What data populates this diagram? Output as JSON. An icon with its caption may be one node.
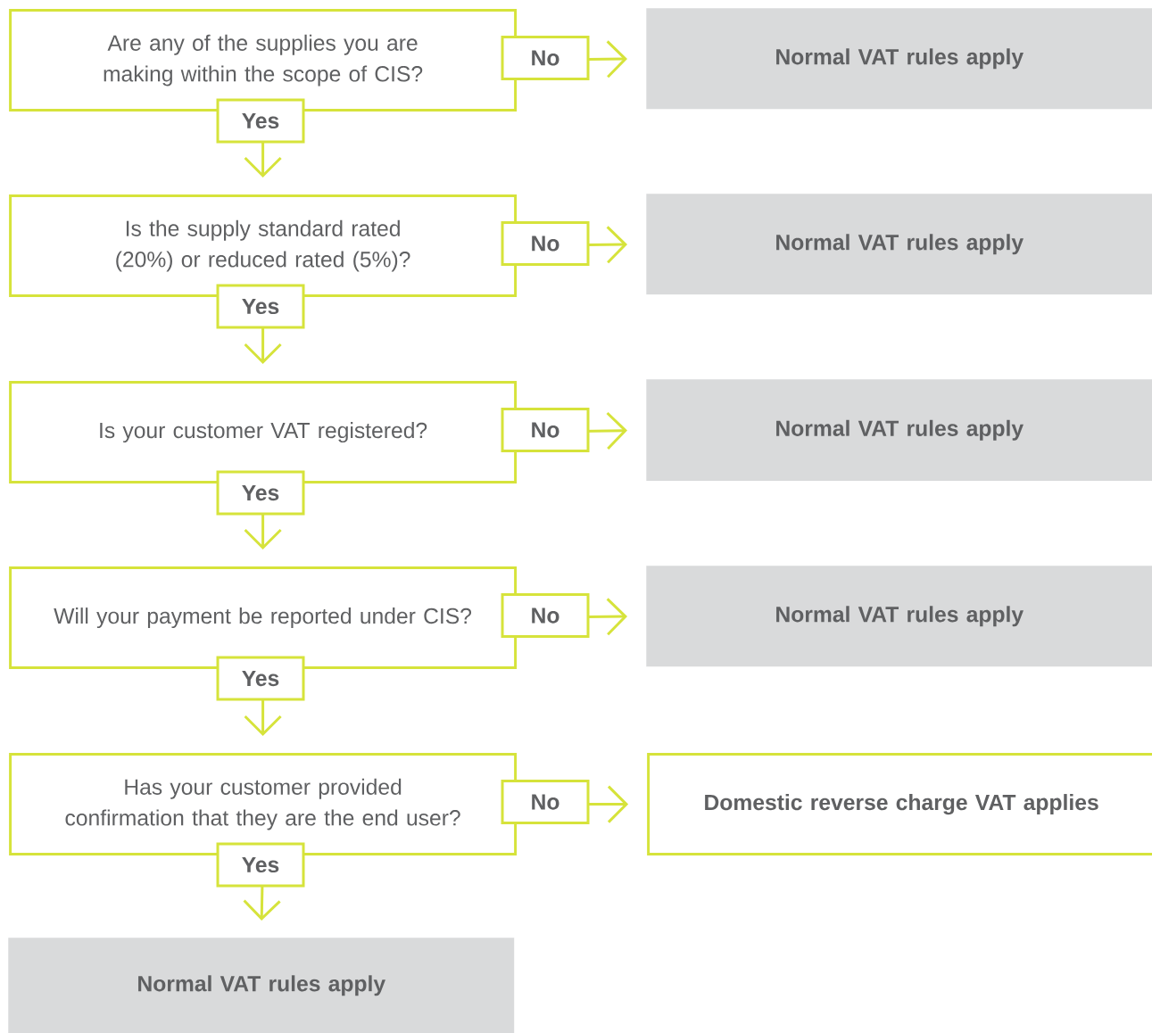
{
  "diagram": {
    "nodes": [
      {
        "text": [
          "Are any of the supplies you are making within the scope of CIS?"
        ]
      },
      {
        "text": [
          "Normal VAT rules apply"
        ]
      },
      {
        "text": [
          "Is the supply standard rated (20%) or reduced rated (5%)?"
        ]
      },
      {
        "text": [
          "Normal VAT rules apply"
        ]
      },
      {
        "text": [
          "Is your customer VAT registered?"
        ]
      },
      {
        "text": [
          "Normal VAT rules apply"
        ]
      },
      {
        "text": [
          "Will your payment be reported under CIS?"
        ]
      },
      {
        "text": [
          "Normal VAT rules apply"
        ]
      },
      {
        "text": [
          "Has your customer provided confirmation that they are the end user?"
        ]
      },
      {
        "text": [
          "Domestic reverse charge VAT applies"
        ]
      },
      {
        "text": [
          "Normal VAT rules apply"
        ]
      }
    ],
    "edges": [
      {
        "from": 0,
        "to": 1,
        "arrow": "to",
        "label": "No"
      },
      {
        "from": 0,
        "to": 2,
        "arrow": "to",
        "label": "Yes"
      },
      {
        "from": 2,
        "to": 3,
        "arrow": "to",
        "label": "No"
      },
      {
        "from": 2,
        "to": 4,
        "arrow": "to",
        "label": "Yes"
      },
      {
        "from": 4,
        "to": 5,
        "arrow": "to",
        "label": "No"
      },
      {
        "from": 4,
        "to": 6,
        "arrow": "to",
        "label": "Yes"
      },
      {
        "from": 6,
        "to": 7,
        "arrow": "to",
        "label": "No"
      },
      {
        "from": 6,
        "to": 8,
        "arrow": "to",
        "label": "Yes"
      },
      {
        "from": 8,
        "to": 9,
        "arrow": "to",
        "label": "No"
      },
      {
        "from": 8,
        "to": 10,
        "arrow": "to",
        "label": "Yes"
      }
    ]
  }
}
